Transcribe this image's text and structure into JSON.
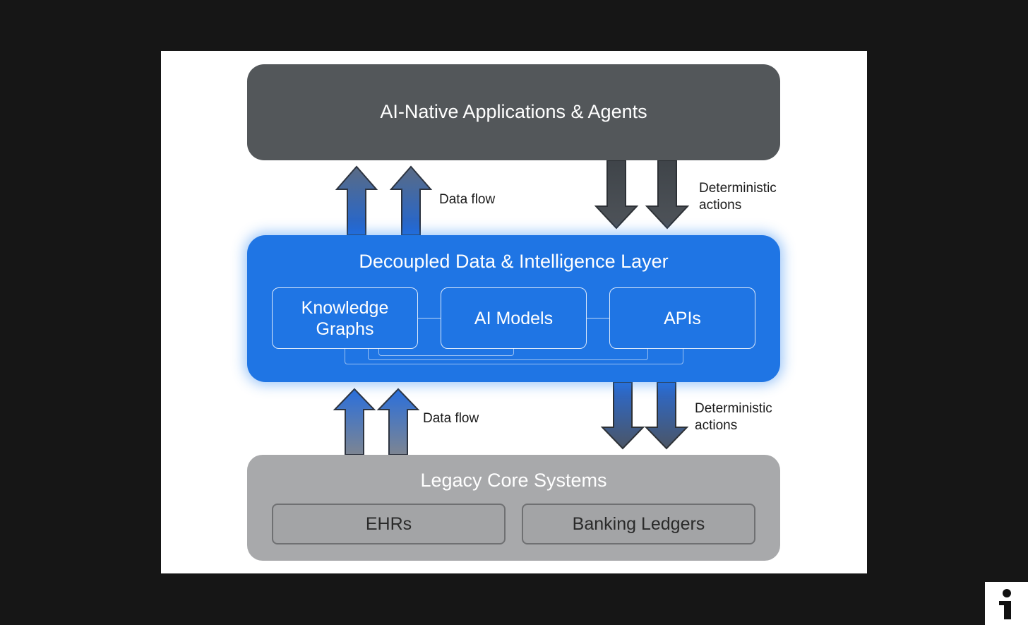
{
  "layers": {
    "top": {
      "title": "AI-Native Applications & Agents"
    },
    "middle": {
      "title": "Decoupled Data & Intelligence Layer",
      "components": [
        "Knowledge\nGraphs",
        "AI Models",
        "APIs"
      ]
    },
    "bottom": {
      "title": "Legacy Core Systems",
      "components": [
        "EHRs",
        "Banking Ledgers"
      ]
    }
  },
  "flows": {
    "upper_left": "Data flow",
    "upper_right": "Deterministic\nactions",
    "lower_left": "Data flow",
    "lower_right": "Deterministic\nactions"
  },
  "colors": {
    "top_layer": "#53575a",
    "middle_layer": "#1f75e4",
    "bottom_layer": "#a8a9ab",
    "down_arrow": "#4a4f55",
    "up_arrow_gradient": [
      "#1f66d6",
      "#5d6e86"
    ],
    "background": "#161616"
  },
  "icons": [
    "info-icon"
  ]
}
